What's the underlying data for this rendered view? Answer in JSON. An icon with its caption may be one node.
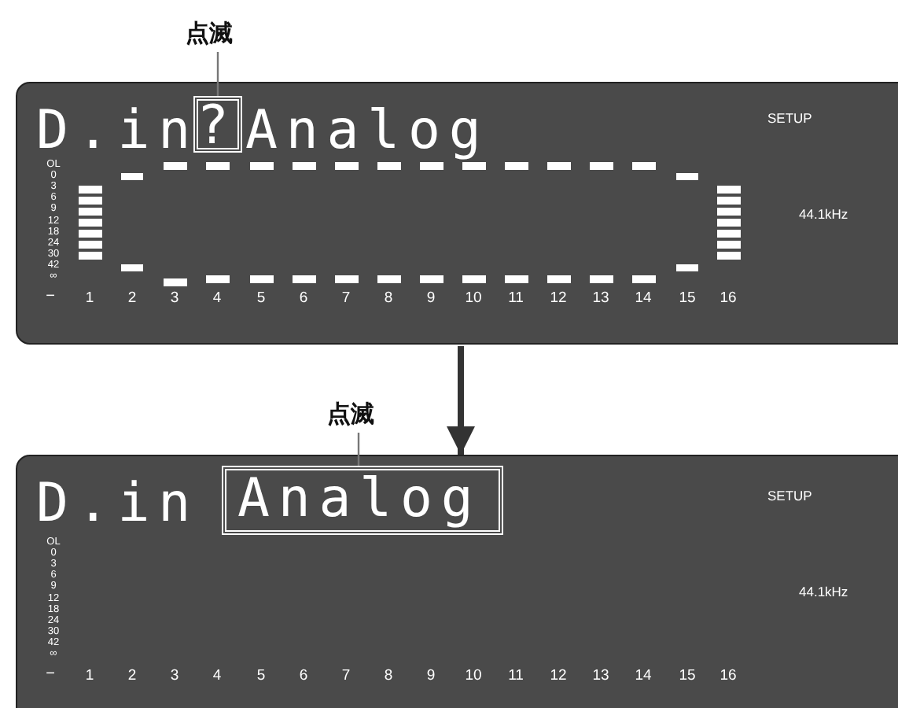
{
  "diagram": {
    "nodes": [
      {
        "text": [
          "D.in",
          "Analog"
        ]
      },
      {
        "text": [
          "?"
        ],
        "in": 0
      },
      {
        "text": [
          "点滅"
        ]
      },
      {
        "text": [
          "D.in"
        ]
      },
      {
        "text": [
          "Analog"
        ],
        "in": 3
      },
      {
        "text": [
          "点滅"
        ]
      }
    ],
    "edges": [
      {
        "from": 2,
        "to": 1,
        "arrow": "none"
      },
      {
        "from": 0,
        "to": 3,
        "arrow": "to",
        "style": "thick"
      },
      {
        "from": 5,
        "to": 4,
        "arrow": "none"
      }
    ],
    "labels": [
      "SETUP",
      "OL",
      "0",
      "3",
      "6",
      "9",
      "12",
      "18",
      "24",
      "30",
      "42",
      "∞",
      "44.1kHz",
      "−",
      "1",
      "2",
      "3",
      "4",
      "5",
      "6",
      "7",
      "8",
      "9",
      "10",
      "11",
      "12",
      "13",
      "14",
      "15",
      "16",
      "SETUP",
      "OL",
      "0",
      "3",
      "6",
      "9",
      "12",
      "18",
      "24",
      "30",
      "42",
      "∞",
      "44.1kHz",
      "−",
      "1",
      "2",
      "3",
      "4",
      "5",
      "6",
      "7",
      "8",
      "9",
      "10",
      "11",
      "12",
      "13",
      "14",
      "15",
      "16"
    ]
  }
}
